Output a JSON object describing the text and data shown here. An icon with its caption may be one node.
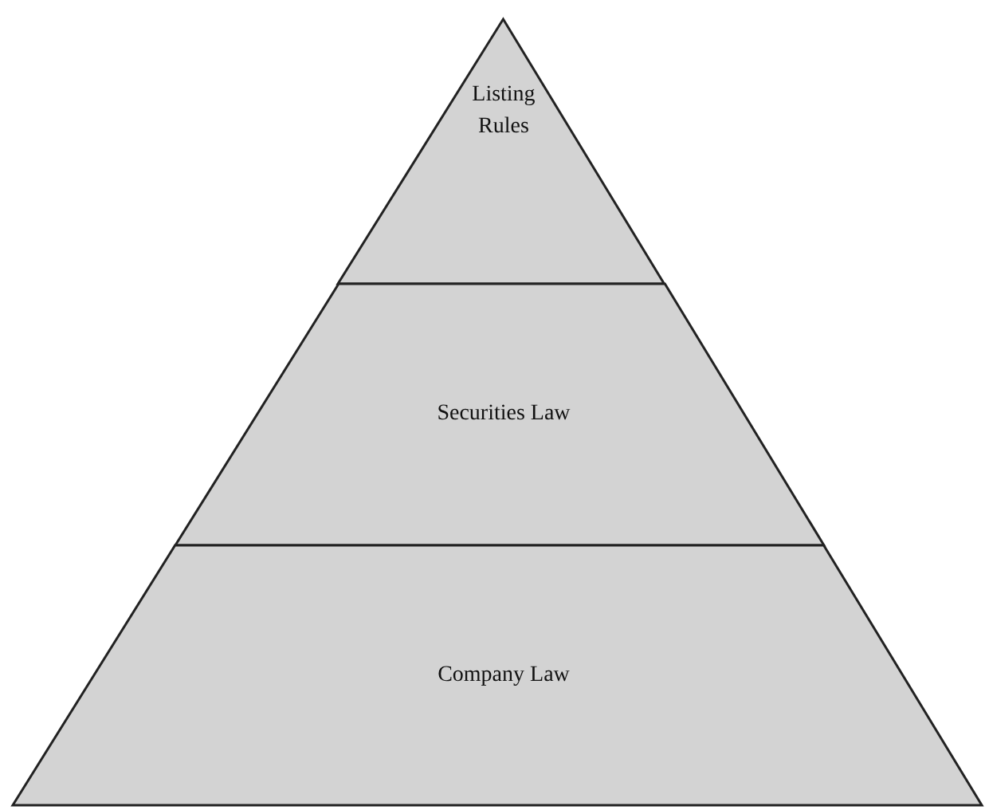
{
  "diagram": {
    "nodes": [
      {
        "text": [
          "Listing Rules"
        ]
      },
      {
        "text": [
          "Securities Law"
        ]
      },
      {
        "text": [
          "Company Law"
        ]
      }
    ]
  }
}
